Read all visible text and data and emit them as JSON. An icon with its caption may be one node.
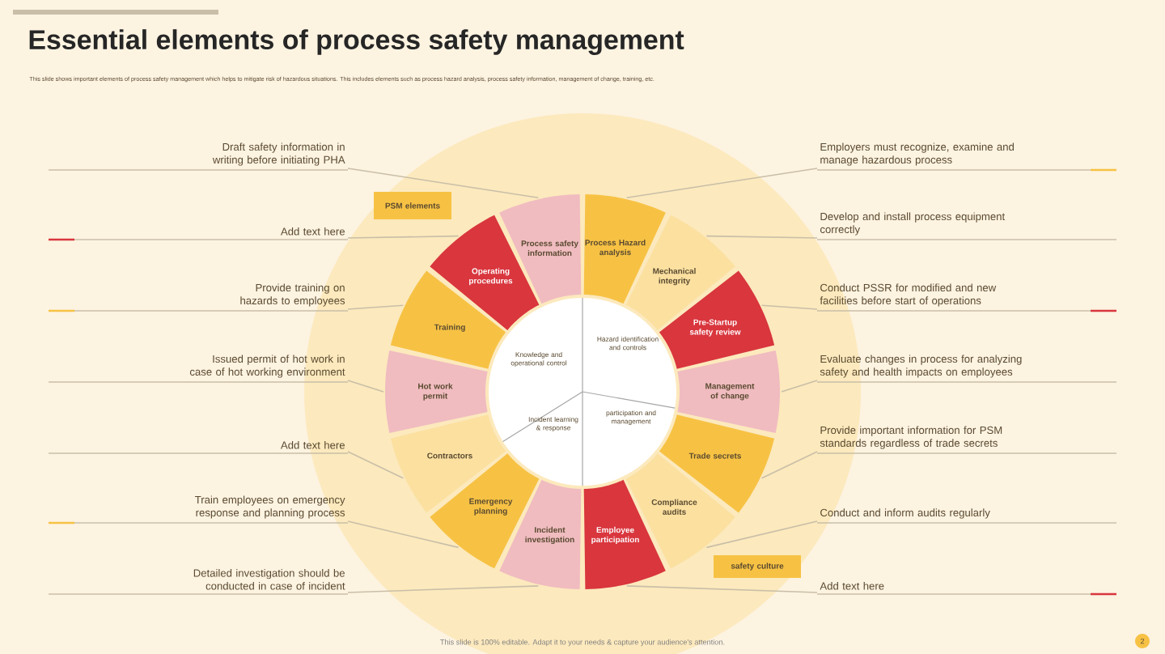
{
  "diagram": {
    "title": "Essential elements of process safety management",
    "nodes": [
      {
        "text": [
          "Draft safety information in writing before initiating PHA"
        ]
      },
      {
        "text": [
          "Add text here"
        ]
      },
      {
        "text": [
          "Provide training on hazards to employees"
        ]
      },
      {
        "text": [
          "Issued permit of hot work in case of hot working environment"
        ]
      },
      {
        "text": [
          "Add text here"
        ]
      },
      {
        "text": [
          "Train employees on emergency response and planning process"
        ]
      },
      {
        "text": [
          "Detailed investigation should be conducted in case of incident"
        ]
      },
      {
        "text": [
          "Employers must recognize, examine and manage hazardous process"
        ]
      },
      {
        "text": [
          "Develop and install process equipment correctly"
        ]
      },
      {
        "text": [
          "Conduct PSSR for modified and new facilities before start of operations"
        ]
      },
      {
        "text": [
          "Evaluate changes in process for analyzing safety and health impacts on employees"
        ]
      },
      {
        "text": [
          "Provide important information for PSM standards regardless of trade secrets"
        ]
      },
      {
        "text": [
          "Conduct and inform audits regularly"
        ]
      },
      {
        "text": [
          "Add text here"
        ]
      },
      {
        "text": [
          "Process safety information"
        ]
      },
      {
        "text": [
          "Operating procedures"
        ]
      },
      {
        "text": [
          "Training"
        ]
      },
      {
        "text": [
          "Hot work permit"
        ]
      },
      {
        "text": [
          "Contractors"
        ]
      },
      {
        "text": [
          "Emergency planning"
        ]
      },
      {
        "text": [
          "Incident investigation"
        ]
      },
      {
        "text": [
          "Process Hazard analysis"
        ]
      },
      {
        "text": [
          "Mechanical integrity"
        ]
      },
      {
        "text": [
          "Pre-Startup safety review"
        ]
      },
      {
        "text": [
          "Management of change"
        ]
      },
      {
        "text": [
          "Trade secrets"
        ]
      },
      {
        "text": [
          "Compliance audits"
        ]
      },
      {
        "text": [
          "Employee participation"
        ]
      },
      {
        "text": [
          "Knowledge and operational control"
        ]
      },
      {
        "text": [
          "Hazard identification and controls"
        ]
      },
      {
        "text": [
          "Incident learning & response"
        ]
      },
      {
        "text": [
          "participation and management"
        ]
      },
      {
        "text": [
          "PSM elements"
        ]
      },
      {
        "text": [
          "safety culture"
        ]
      }
    ],
    "edges": [
      {
        "from": 0,
        "to": 14,
        "arrow": "none"
      },
      {
        "from": 1,
        "to": 15,
        "arrow": "none"
      },
      {
        "from": 2,
        "to": 16,
        "arrow": "none"
      },
      {
        "from": 3,
        "to": 17,
        "arrow": "none"
      },
      {
        "from": 4,
        "to": 18,
        "arrow": "none"
      },
      {
        "from": 5,
        "to": 19,
        "arrow": "none"
      },
      {
        "from": 6,
        "to": 20,
        "arrow": "none"
      },
      {
        "from": 7,
        "to": 21,
        "arrow": "none"
      },
      {
        "from": 8,
        "to": 22,
        "arrow": "none"
      },
      {
        "from": 9,
        "to": 23,
        "arrow": "none"
      },
      {
        "from": 10,
        "to": 24,
        "arrow": "none"
      },
      {
        "from": 11,
        "to": 25,
        "arrow": "none"
      },
      {
        "from": 12,
        "to": 26,
        "arrow": "none"
      },
      {
        "from": 13,
        "to": 27,
        "arrow": "none"
      }
    ],
    "labels": [
      "This slide shows important elements of process safety management which helps to mitigate risk of hazardous situations. This includes elements such as process hazard analysis, process safety information, management of change, training, etc.",
      "This slide is 100% editable. Adapt it to your needs & capture your audience's attention.",
      "2"
    ]
  }
}
